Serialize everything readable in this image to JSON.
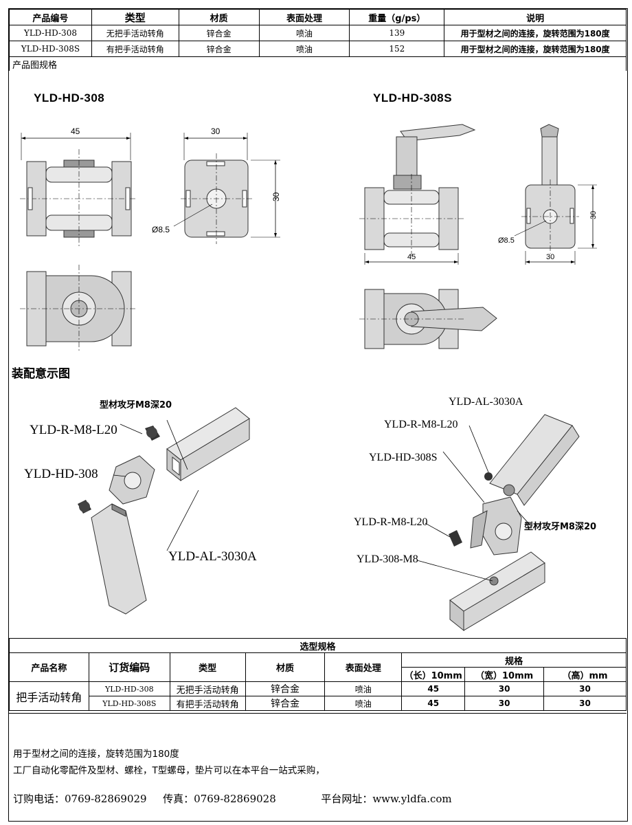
{
  "spec_table": {
    "headers": [
      "产品编号",
      "类型",
      "材质",
      "表面处理",
      "重量（g/ps）",
      "说明"
    ],
    "rows": [
      [
        "YLD-HD-308",
        "无把手活动转角",
        "锌合金",
        "喷油",
        "139",
        "用于型材之间的连接，旋转范围为180度"
      ],
      [
        "YLD-HD-308S",
        "有把手活动转角",
        "锌合金",
        "喷油",
        "152",
        "用于型材之间的连接，旋转范围为180度"
      ]
    ]
  },
  "product_drawing_label": "产品图规格",
  "left_part": {
    "title": "YLD-HD-308",
    "dim_width": "45",
    "dim_top": "30",
    "dim_side": "30",
    "hole": "Ø8.5"
  },
  "right_part": {
    "title": "YLD-HD-308S",
    "dim_width": "45",
    "dim_bottom": "30",
    "dim_side": "30",
    "hole": "Ø8.5"
  },
  "assembly_title": "装配意示图",
  "assembly_left": {
    "note": "型材攻牙M8深20",
    "screw": "YLD-R-M8-L20",
    "corner": "YLD-HD-308",
    "profile": "YLD-AL-3030A"
  },
  "assembly_right": {
    "profile": "YLD-AL-3030A",
    "screw_top": "YLD-R-M8-L20",
    "corner": "YLD-HD-308S",
    "note": "型材攻牙M8深20",
    "screw_bottom": "YLD-R-M8-L20",
    "tnut": "YLD-308-M8"
  },
  "selection_table": {
    "title": "选型规格",
    "headers": [
      "产品名称",
      "订货编码",
      "类型",
      "材质",
      "表面处理",
      "规格"
    ],
    "sub_headers": [
      "（长）10mm",
      "（宽）10mm",
      "（高）mm"
    ],
    "product_name": "把手活动转角",
    "rows": [
      [
        "YLD-HD-308",
        "无把手活动转角",
        "锌合金",
        "喷油",
        "45",
        "30",
        "30"
      ],
      [
        "YLD-HD-308S",
        "有把手活动转角",
        "锌合金",
        "喷油",
        "45",
        "30",
        "30"
      ]
    ]
  },
  "footer": {
    "line1": "用于型材之间的连接，旋转范围为180度",
    "line2": "工厂自动化零配件及型材、螺栓，T型螺母，垫片可以在本平台一站式采购，",
    "phone": "订购电话：0769-82869029",
    "fax": "传真：0769-82869028",
    "site": "平台网址：www.yldfa.com"
  },
  "colors": {
    "part_fill": "#d9d9d9",
    "part_stroke": "#333333",
    "line": "#000000"
  }
}
